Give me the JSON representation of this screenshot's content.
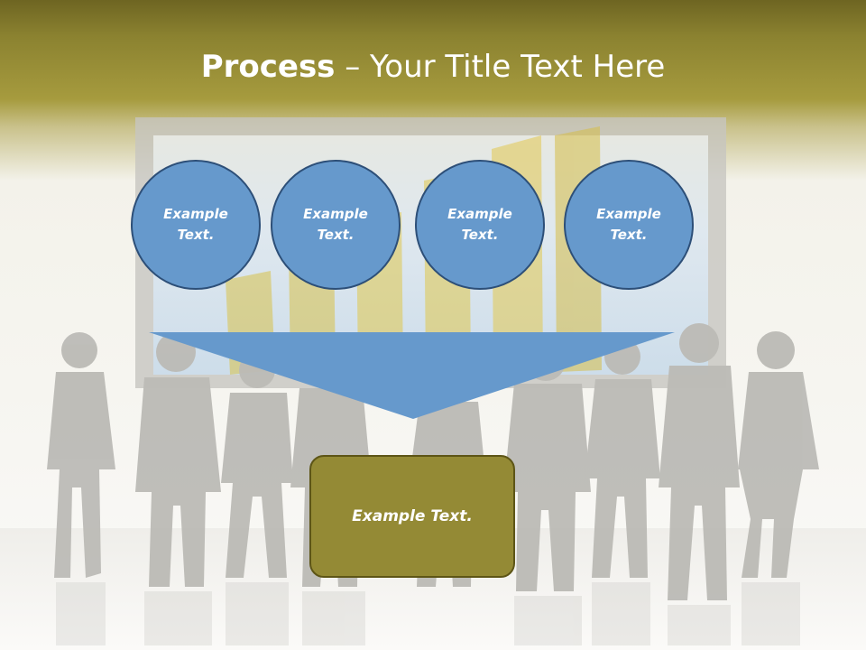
{
  "slide": {
    "title_bold": "Process",
    "title_rest": " – Your Title Text Here",
    "circles": [
      {
        "label": "Example Text."
      },
      {
        "label": "Example Text."
      },
      {
        "label": "Example Text."
      },
      {
        "label": "Example Text."
      }
    ],
    "result_label": "Example Text."
  },
  "colors": {
    "header": "#8b8230",
    "circle_fill": "#6699cc",
    "circle_border": "#2d4f78",
    "funnel_fill": "#6699cc",
    "result_fill": "#948a35",
    "result_border": "#5d5516",
    "silhouette": "#bcbbb6"
  }
}
